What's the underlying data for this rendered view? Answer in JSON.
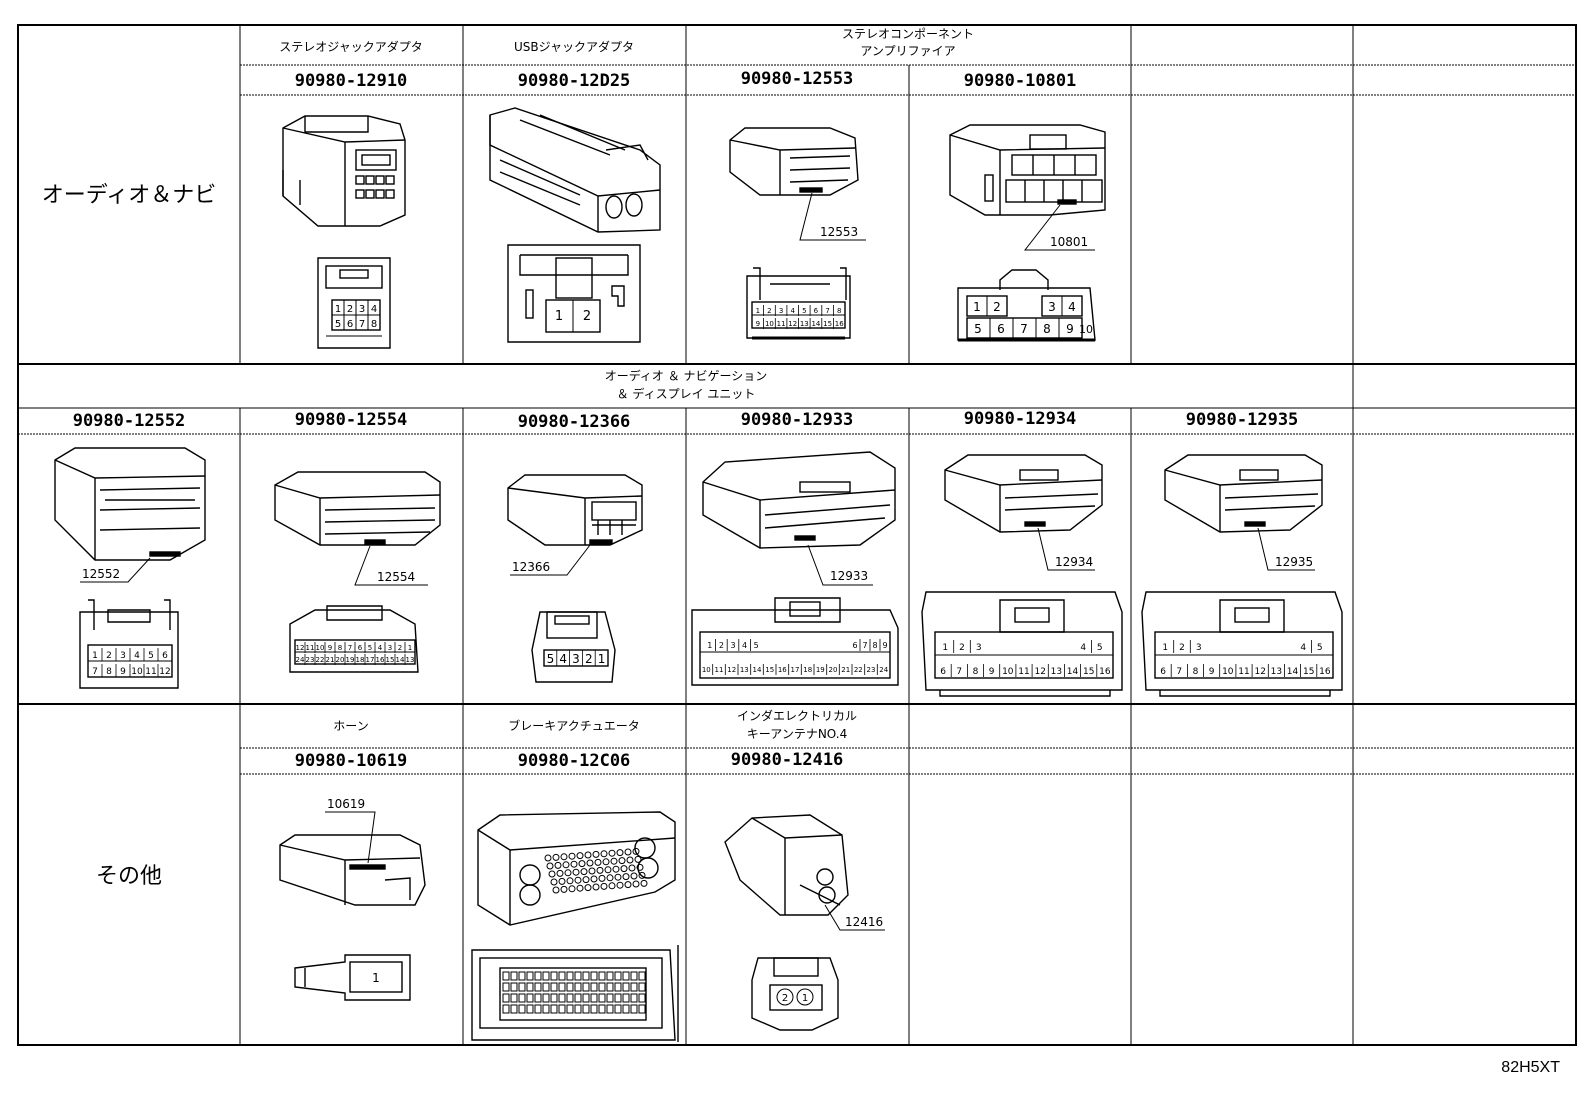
{
  "document_id": "82H5XT",
  "categories": {
    "audio_navi": "オーディオ＆ナビ",
    "other": "その他"
  },
  "sections": {
    "audio_display_unit_line1": "オーディオ ＆ ナビゲーション",
    "audio_display_unit_line2": "＆ ディスプレイ ユニット"
  },
  "row1": {
    "names": [
      "ステレオジャックアダプタ",
      "USBジャックアダプタ",
      "ステレオコンポーネント",
      "アンプリファイア"
    ],
    "part_numbers": [
      "90980-12910",
      "90980-12D25",
      "90980-12553",
      "90980-10801"
    ],
    "callouts": [
      "12553",
      "10801"
    ]
  },
  "row2": {
    "part_numbers": [
      "90980-12552",
      "90980-12554",
      "90980-12366",
      "90980-12933",
      "90980-12934",
      "90980-12935"
    ],
    "callouts": [
      "12552",
      "12554",
      "12366",
      "12933",
      "12934",
      "12935"
    ]
  },
  "row3": {
    "names": [
      "ホーン",
      "ブレーキアクチュエータ",
      "インダエレクトリカル",
      "キーアンテナNO.4"
    ],
    "part_numbers": [
      "90980-10619",
      "90980-12C06",
      "90980-12416"
    ],
    "callouts": [
      "10619",
      "12416"
    ]
  },
  "pin_labels": {
    "p12910": [
      "1",
      "2",
      "3",
      "4",
      "5",
      "6",
      "7",
      "8"
    ],
    "p12D25": [
      "1",
      "2"
    ],
    "p12553": [
      "1",
      "2",
      "3",
      "4",
      "5",
      "6",
      "7",
      "8",
      "9",
      "10",
      "11",
      "12",
      "13",
      "14",
      "15",
      "16"
    ],
    "p10801": [
      "1",
      "2",
      "3",
      "4",
      "5",
      "6",
      "7",
      "8",
      "9",
      "10"
    ],
    "p12552": [
      "1",
      "2",
      "3",
      "4",
      "5",
      "6",
      "7",
      "8",
      "9",
      "10",
      "11",
      "12"
    ],
    "p12554_top": [
      "12",
      "11",
      "10",
      "9",
      "8",
      "7",
      "6",
      "5",
      "4",
      "3",
      "2",
      "1"
    ],
    "p12554_bot": [
      "24",
      "23",
      "22",
      "21",
      "20",
      "19",
      "18",
      "17",
      "16",
      "15",
      "14",
      "13"
    ],
    "p12366": [
      "5",
      "4",
      "3",
      "2",
      "1"
    ],
    "p12933_top": [
      "1",
      "2",
      "3",
      "4",
      "5",
      "6",
      "7",
      "8",
      "9"
    ],
    "p12933_bot": [
      "10",
      "11",
      "12",
      "13",
      "14",
      "15",
      "16",
      "17",
      "18",
      "19",
      "20",
      "21",
      "22",
      "23",
      "24"
    ],
    "p12934_top": [
      "1",
      "2",
      "3",
      "4",
      "5"
    ],
    "p12934_bot": [
      "6",
      "7",
      "8",
      "9",
      "10",
      "11",
      "12",
      "13",
      "14",
      "15",
      "16"
    ],
    "p12935_top": [
      "1",
      "2",
      "3",
      "4",
      "5"
    ],
    "p12935_bot": [
      "6",
      "7",
      "8",
      "9",
      "10",
      "11",
      "12",
      "13",
      "14",
      "15",
      "16"
    ],
    "p10619": [
      "1"
    ],
    "p12416": [
      "2",
      "1"
    ]
  }
}
